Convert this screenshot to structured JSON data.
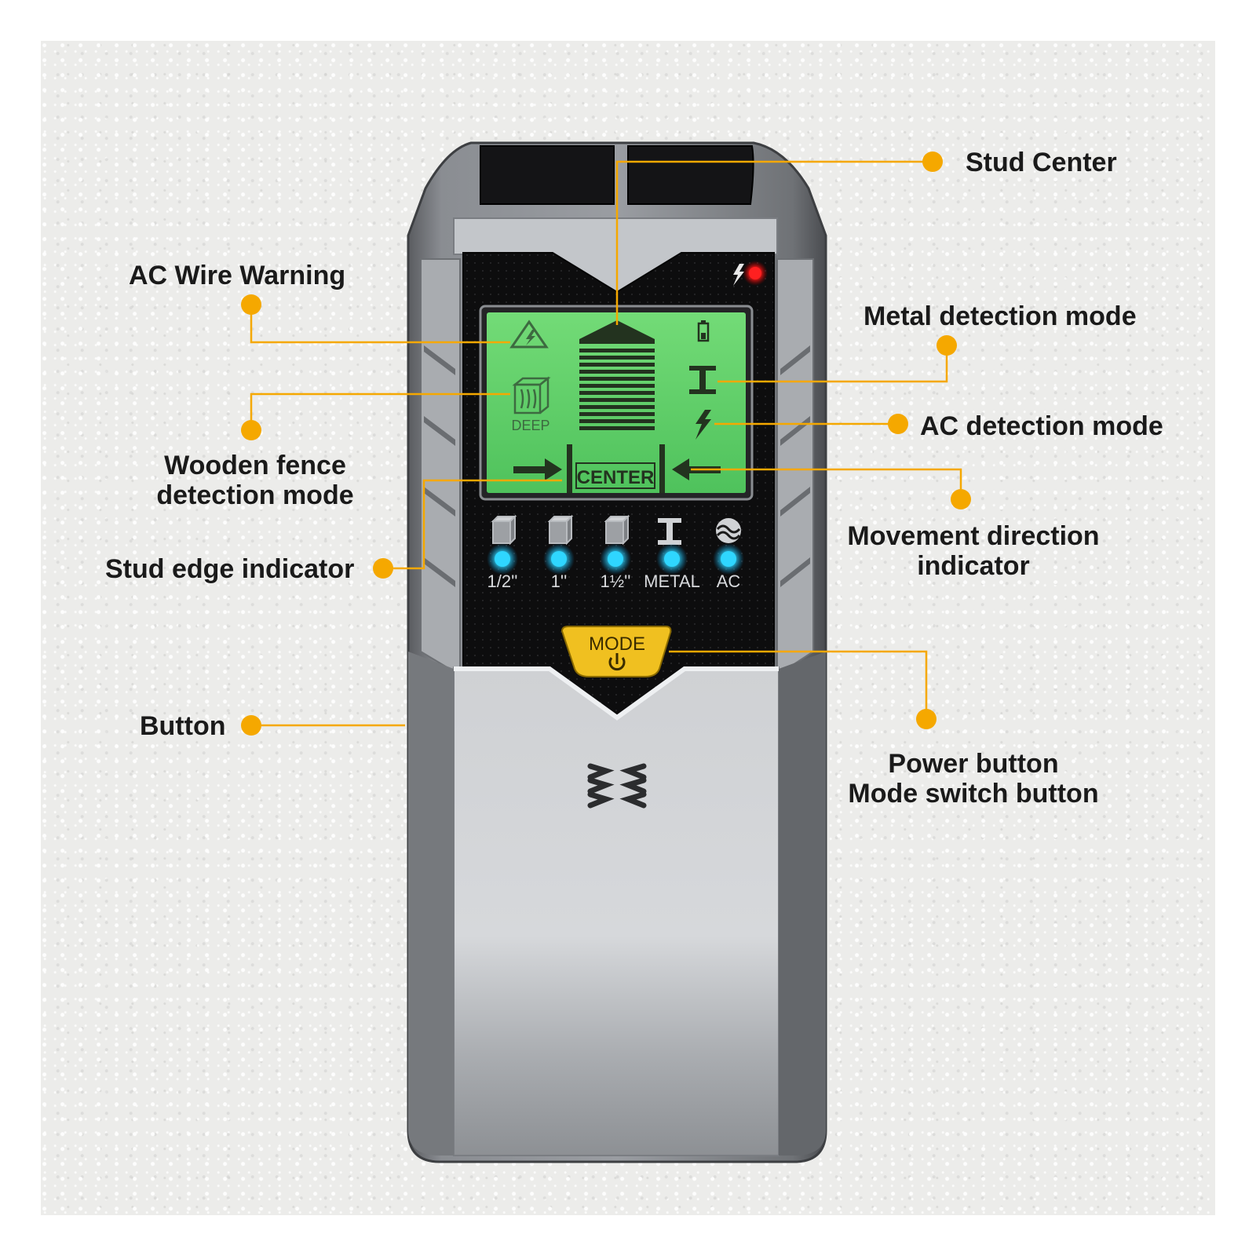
{
  "callouts": {
    "stud_center": "Stud Center",
    "ac_wire_warning": "AC Wire Warning",
    "metal_detection_mode": "Metal detection mode",
    "ac_detection_mode": "AC detection mode",
    "wooden_fence_line1": "Wooden fence",
    "wooden_fence_line2": "detection mode",
    "movement_direction_line1": "Movement direction",
    "movement_direction_line2": "indicator",
    "stud_edge_indicator": "Stud edge indicator",
    "button": "Button",
    "power_button_line1": "Power button",
    "power_button_line2": "Mode switch button"
  },
  "lcd": {
    "deep_label": "DEEP",
    "center_label": "CENTER"
  },
  "indicators": [
    {
      "label": "1/2''"
    },
    {
      "label": "1''"
    },
    {
      "label": "1½''"
    },
    {
      "label": "METAL"
    },
    {
      "label": "AC"
    }
  ],
  "mode_button": {
    "label": "MODE"
  },
  "colors": {
    "accent": "#f5a800",
    "lcd_green": "#5fd16a",
    "led_blue": "#2fd6ff",
    "indicator_red": "#ff1a1a",
    "mode_yellow": "#f0c020"
  }
}
